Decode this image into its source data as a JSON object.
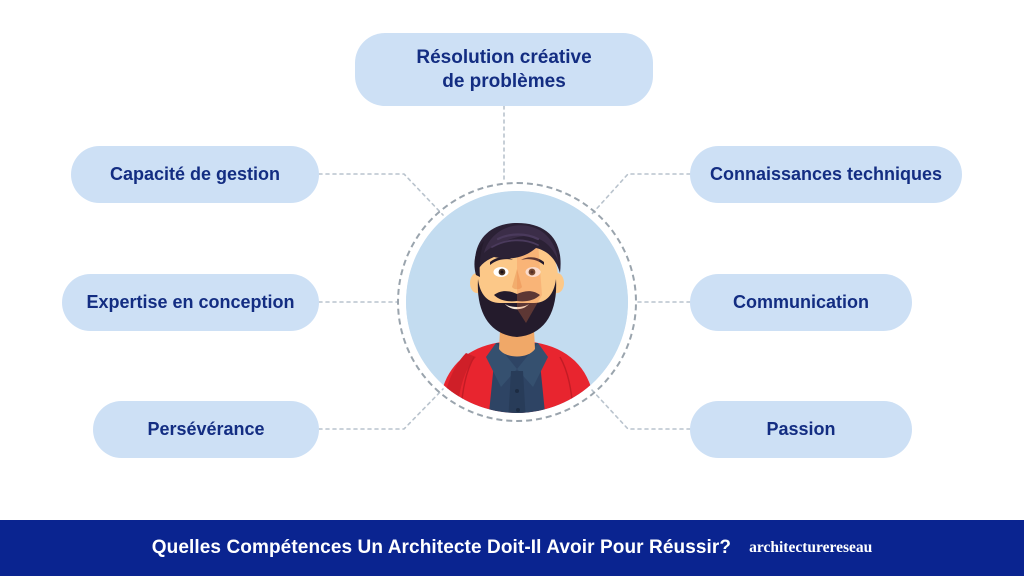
{
  "theme": {
    "background": "#ffffff",
    "pill_bg": "#cde0f5",
    "pill_text": "#132d82",
    "circle_fill": "#c3dcf0",
    "circle_dash": "#9aa4ad",
    "connector": "#b9c3cd",
    "banner_bg": "#0a2490",
    "banner_text": "#ffffff",
    "jacket_red": "#e8252f",
    "shirt_navy": "#2e4464",
    "hair_dark": "#2b2135",
    "skin": "#fcc888"
  },
  "center": {
    "node_name": "architect-avatar",
    "icon": "avatar-bearded-man-red-blazer"
  },
  "skills": [
    {
      "id": "creative-problem-solving",
      "label": "Résolution créative de problèmes",
      "line1": "Résolution créative",
      "line2": "de problèmes",
      "position": "top"
    },
    {
      "id": "management-capacity",
      "label": "Capacité de gestion",
      "position": "left-top"
    },
    {
      "id": "design-expertise",
      "label": "Expertise en conception",
      "position": "left-middle"
    },
    {
      "id": "perseverance",
      "label": "Persévérance",
      "position": "left-bottom"
    },
    {
      "id": "technical-knowledge",
      "label": "Connaissances techniques",
      "position": "right-top"
    },
    {
      "id": "communication",
      "label": "Communication",
      "position": "right-middle"
    },
    {
      "id": "passion",
      "label": "Passion",
      "position": "right-bottom"
    }
  ],
  "banner": {
    "title": "Quelles Compétences Un Architecte Doit-Il Avoir Pour Réussir?",
    "logo": "architecturereseau"
  }
}
